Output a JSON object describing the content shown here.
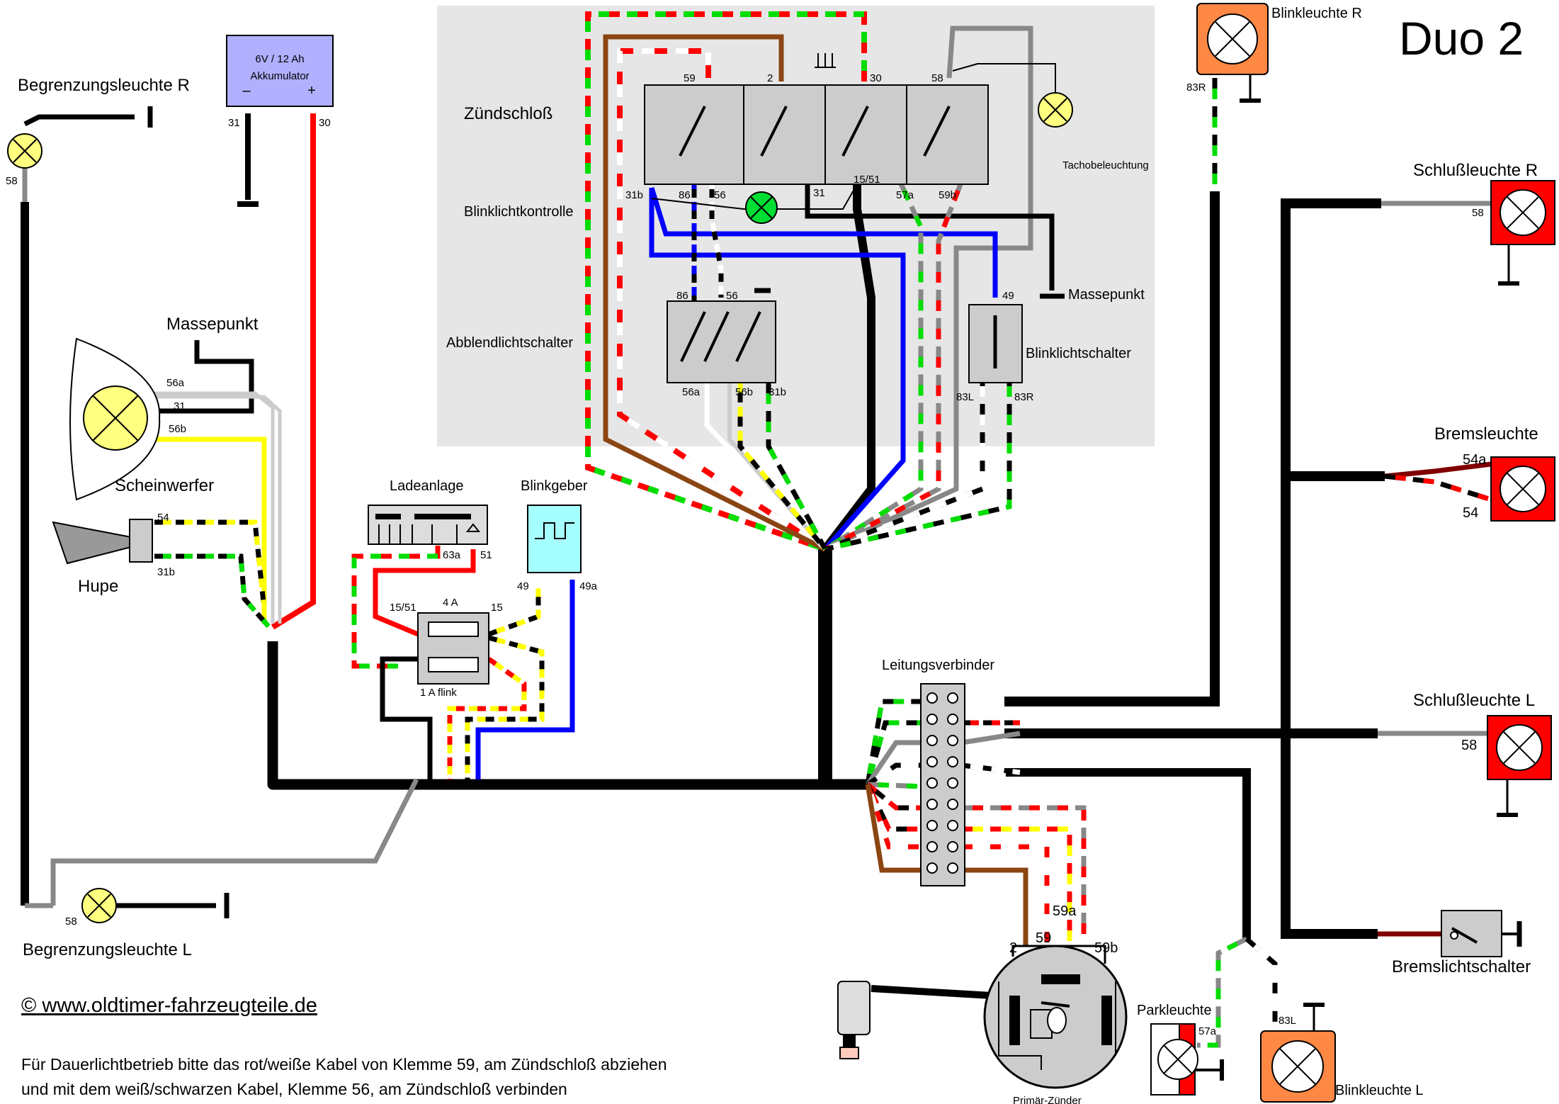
{
  "title": "Duo 2",
  "copyright": "© www.oldtimer-fahrzeugteile.de",
  "note_line1": "Für Dauerlichtbetrieb bitte das rot/weiße Kabel von Klemme 59, am Zündschloß abziehen",
  "note_line2": "und mit dem weiß/schwarzen Kabel, Klemme 56, am Zündschloß verbinden",
  "components": {
    "begrenzung_r": "Begrenzungsleuchte R",
    "begrenzung_l": "Begrenzungsleuchte L",
    "akku_line1": "6V / 12 Ah",
    "akku_line2": "Akkumulator",
    "akku_minus": "–",
    "akku_plus": "+",
    "massepunkt_left": "Massepunkt",
    "scheinwerfer": "Scheinwerfer",
    "hupe": "Hupe",
    "ladeanlage": "Ladeanlage",
    "blinkgeber": "Blinkgeber",
    "fuse_top": "4 A",
    "fuse_bottom": "1 A flink",
    "zuendschloss": "Zündschloß",
    "blinklichtkontrolle": "Blinklichtkontrolle",
    "abblendlichtschalter": "Abblendlichtschalter",
    "tachobeleuchtung": "Tachobeleuchtung",
    "massepunkt_center": "Massepunkt",
    "blinklichtschalter": "Blinklichtschalter",
    "blinkleuchte_r": "Blinkleuchte R",
    "schlussleuchte_r": "Schlußleuchte R",
    "bremsleuchte": "Bremsleuchte",
    "schlussleuchte_l": "Schlußleuchte L",
    "bremslichtschalter": "Bremslichtschalter",
    "leitungsverbinder": "Leitungsverbinder",
    "parkleuchte": "Parkleuchte",
    "primaer_zuender": "Primär-Zünder",
    "blinkleuchte_l": "Blinkleuchte L"
  },
  "terminals": {
    "t58_begr_r": "58",
    "t58_begr_l": "58",
    "t31_akku": "31",
    "t30_akku": "30",
    "t56a_sw": "56a",
    "t31_sw": "31",
    "t56b_sw": "56b",
    "t54_hupe": "54",
    "t31b_hupe": "31b",
    "t63a": "63a",
    "t51": "51",
    "t15_51_fuse": "15/51",
    "t15_fuse": "15",
    "t49": "49",
    "t49a": "49a",
    "t59_zs": "59",
    "t2_zs": "2",
    "t30_zs": "30",
    "t58_zs": "58",
    "t31b_zs": "31b",
    "t86_zs": "86",
    "t56_zs": "56",
    "t31_zs": "31",
    "t15_51_zs": "15/51",
    "t57a_zs": "57a",
    "t59b_zs": "59b",
    "t86_ab": "86",
    "t56_ab": "56",
    "t56a_ab": "56a",
    "t56b_ab": "56b",
    "t31b_ab": "31b",
    "t49_bs": "49",
    "t83l_bs": "83L",
    "t83r_bs": "83R",
    "t83r_bl": "83R",
    "t58_sl_r": "58",
    "t54a": "54a",
    "t54": "54",
    "t58_sl_l": "58",
    "t2_pz": "2",
    "t59_pz": "59",
    "t59a_pz": "59a",
    "t59b_pz": "59b",
    "t57a_pk": "57a",
    "t83l_bl": "83L"
  }
}
